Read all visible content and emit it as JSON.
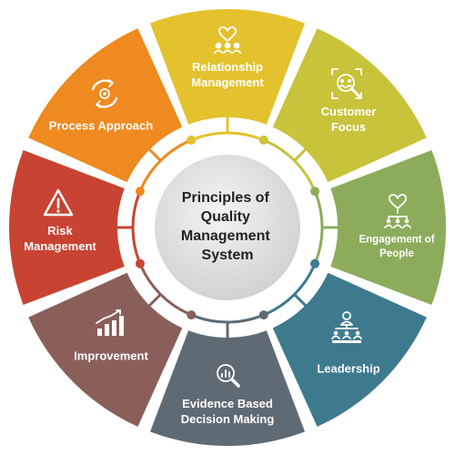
{
  "center": {
    "lines": [
      "Principles of",
      "Quality",
      "Management",
      "System"
    ]
  },
  "segments": [
    {
      "key": "relationship",
      "lines": [
        "Relationship",
        "Management"
      ],
      "color": "#E3C22E",
      "icon": "handshake-network-icon"
    },
    {
      "key": "customer",
      "lines": [
        "Customer",
        "Focus"
      ],
      "color": "#C7C33A",
      "icon": "customer-focus-icon"
    },
    {
      "key": "engagement",
      "lines": [
        "Engagement of",
        "People"
      ],
      "color": "#8CAC5C",
      "icon": "people-engagement-icon"
    },
    {
      "key": "leadership",
      "lines": [
        "Leadership"
      ],
      "color": "#3E7A8E",
      "icon": "leader-hierarchy-icon"
    },
    {
      "key": "evidence",
      "lines": [
        "Evidence Based",
        "Decision Making"
      ],
      "color": "#5F6B74",
      "icon": "magnifier-chart-icon"
    },
    {
      "key": "improvement",
      "lines": [
        "Improvement"
      ],
      "color": "#8A5F5A",
      "icon": "bar-chart-growth-icon"
    },
    {
      "key": "risk",
      "lines": [
        "Risk",
        "Management"
      ],
      "color": "#C84332",
      "icon": "warning-triangle-icon"
    },
    {
      "key": "process",
      "lines": [
        "Process Approach"
      ],
      "color": "#EE8A1F",
      "icon": "process-gear-icon"
    }
  ]
}
